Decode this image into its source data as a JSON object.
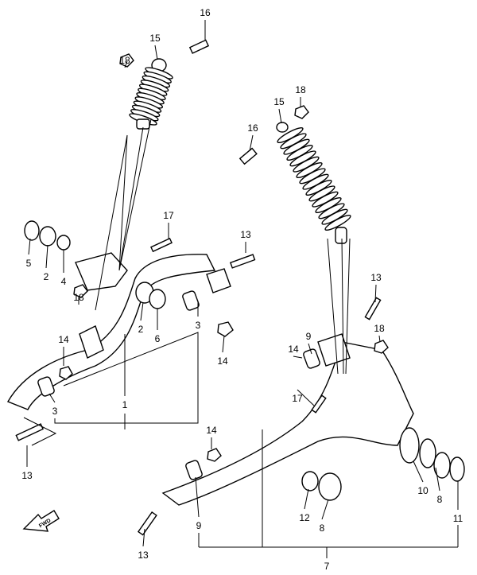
{
  "callouts": [
    "16",
    "15",
    "18",
    "17",
    "13",
    "5",
    "2",
    "4",
    "18",
    "2",
    "6",
    "3",
    "14",
    "14",
    "1",
    "3",
    "13",
    "18",
    "15",
    "16",
    "13",
    "9",
    "14",
    "18",
    "17",
    "14",
    "9",
    "13",
    "12",
    "8",
    "10",
    "8",
    "11",
    "7"
  ],
  "fwd_label": "FWD"
}
